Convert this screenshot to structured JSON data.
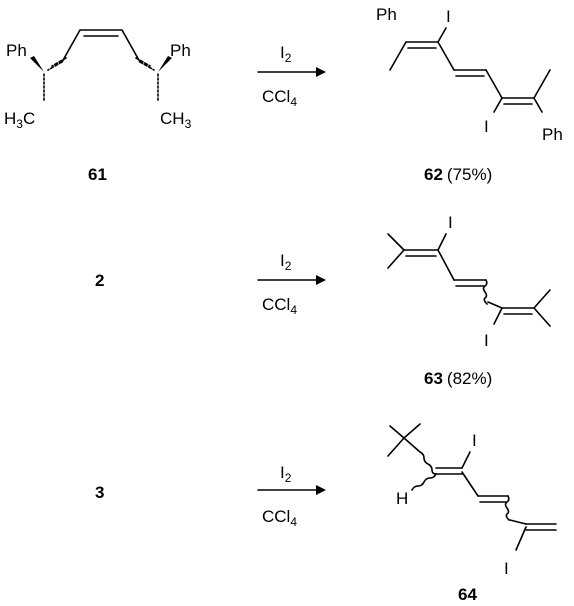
{
  "reactions": [
    {
      "reactant": {
        "id": "61",
        "labels": {
          "ph_left": "Ph",
          "ph_right": "Ph",
          "me_left": "H",
          "me_left_sub": "3",
          "me_left_tail": "C",
          "me_right": "CH",
          "me_right_sub": "3"
        }
      },
      "reagent_top": "I",
      "reagent_top_sub": "2",
      "reagent_bottom": "CCl",
      "reagent_bottom_sub": "4",
      "product": {
        "id": "62",
        "yield": "(75%)",
        "labels": {
          "ph_top": "Ph",
          "i_top": "I",
          "i_bottom": "I",
          "ph_bottom": "Ph"
        }
      }
    },
    {
      "reactant": {
        "id": "2"
      },
      "reagent_top": "I",
      "reagent_top_sub": "2",
      "reagent_bottom": "CCl",
      "reagent_bottom_sub": "4",
      "product": {
        "id": "63",
        "yield": "(82%)",
        "labels": {
          "i_top": "I",
          "i_bottom": "I"
        }
      }
    },
    {
      "reactant": {
        "id": "3"
      },
      "reagent_top": "I",
      "reagent_top_sub": "2",
      "reagent_bottom": "CCl",
      "reagent_bottom_sub": "4",
      "product": {
        "id": "64",
        "labels": {
          "i_top": "I",
          "h": "H",
          "i_bottom": "I"
        }
      }
    }
  ]
}
